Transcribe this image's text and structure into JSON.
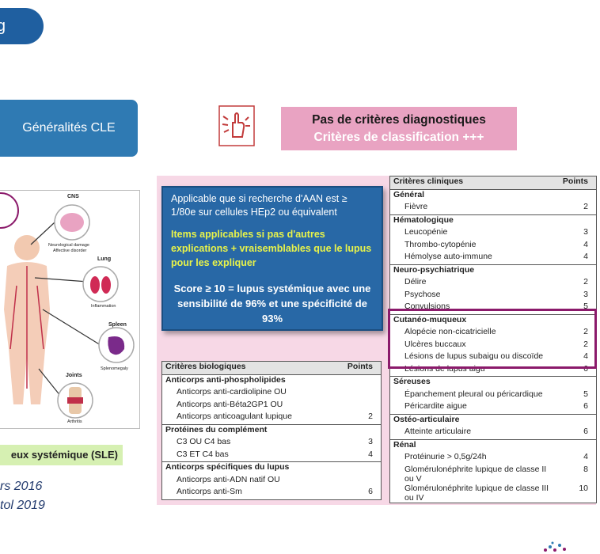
{
  "tab_top": {
    "label": "g"
  },
  "nav": {
    "generalites": "Généralités CLE"
  },
  "title": {
    "line1": "Pas de critères diagnostiques",
    "line2": "Critères de classification +++"
  },
  "info": {
    "p1": "Applicable que si recherche d'AAN est ≥ 1/80e sur cellules HEp2 ou équivalent",
    "p2": "Items applicables si pas d'autres explications + vraisemblables que le lupus pour les expliquer",
    "p3": "Score ≥ 10 = lupus systémique avec une sensibilité de 96% et une spécificité de 93%"
  },
  "bio": {
    "header": {
      "label": "Critères biologiques",
      "points": "Points"
    },
    "rows": [
      {
        "type": "section",
        "label": "Anticorps anti-phospholipides",
        "points": ""
      },
      {
        "type": "item",
        "label": "Anticorps anti-cardiolipine OU",
        "points": ""
      },
      {
        "type": "item",
        "label": "Anticorps anti-Béta2GP1 OU",
        "points": ""
      },
      {
        "type": "item",
        "label": "Anticorps anticoagulant lupique",
        "points": "2"
      },
      {
        "type": "section",
        "label": "Protéines du complément",
        "points": ""
      },
      {
        "type": "item",
        "label": "C3 OU C4 bas",
        "points": "3"
      },
      {
        "type": "item",
        "label": "C3 ET C4 bas",
        "points": "4"
      },
      {
        "type": "section",
        "label": "Anticorps spécifiques du lupus",
        "points": ""
      },
      {
        "type": "item",
        "label": "Anticorps anti-ADN natif OU",
        "points": ""
      },
      {
        "type": "item",
        "label": "Anticorps anti-Sm",
        "points": "6"
      }
    ]
  },
  "clin": {
    "header": {
      "label": "Critères cliniques",
      "points": "Points"
    },
    "rows": [
      {
        "type": "section",
        "label": "Général",
        "points": ""
      },
      {
        "type": "item",
        "label": "Fièvre",
        "points": "2"
      },
      {
        "type": "section",
        "label": "Hématologique",
        "points": ""
      },
      {
        "type": "item",
        "label": "Leucopénie",
        "points": "3"
      },
      {
        "type": "item",
        "label": "Thrombo-cytopénie",
        "points": "4"
      },
      {
        "type": "item",
        "label": "Hémolyse auto-immune",
        "points": "4"
      },
      {
        "type": "section",
        "label": "Neuro-psychiatrique",
        "points": ""
      },
      {
        "type": "item",
        "label": "Délire",
        "points": "2"
      },
      {
        "type": "item",
        "label": "Psychose",
        "points": "3"
      },
      {
        "type": "item",
        "label": "Convulsions",
        "points": "5"
      },
      {
        "type": "section",
        "label": "Cutanéo-muqueux",
        "points": ""
      },
      {
        "type": "item",
        "label": "Alopécie non-cicatricielle",
        "points": "2"
      },
      {
        "type": "item",
        "label": "Ulcères buccaux",
        "points": "2"
      },
      {
        "type": "item",
        "label": "Lésions de lupus subaigu ou discoïde",
        "points": "4"
      },
      {
        "type": "item",
        "label": "Lésions de lupus aigu",
        "points": "6"
      },
      {
        "type": "section",
        "label": "Séreuses",
        "points": ""
      },
      {
        "type": "item",
        "label": "Épanchement pleural ou péricardique",
        "points": "5"
      },
      {
        "type": "item",
        "label": "Péricardite aigue",
        "points": "6"
      },
      {
        "type": "section",
        "label": "Ostéo-articulaire",
        "points": ""
      },
      {
        "type": "item",
        "label": "Atteinte articulaire",
        "points": "6"
      },
      {
        "type": "section",
        "label": "Rénal",
        "points": ""
      },
      {
        "type": "item",
        "label": "Protéinurie > 0,5g/24h",
        "points": "4"
      },
      {
        "type": "item",
        "label": "Glomérulonéphrite lupique de classe II ou V",
        "points": "8"
      },
      {
        "type": "item",
        "label": "Glomérulonéphrite lupique de classe III ou IV",
        "points": "10"
      }
    ]
  },
  "anatomy": {
    "cns": "CNS",
    "cns_desc1": "Neurological damage",
    "cns_desc2": "Affective disorder",
    "lung": "Lung",
    "lung_desc": "Inflammation",
    "spleen": "Spleen",
    "spleen_desc": "Splenomegaly",
    "joints": "Joints",
    "joints_desc": "Arthritis"
  },
  "sle_label": "eux systémique (SLE)",
  "refs": {
    "r1": "rs 2016",
    "r2": "tol 2019"
  },
  "colors": {
    "brand_blue": "#1f5fa0",
    "title_pink": "#e9a3c2",
    "panel_pink": "#f7d8e6",
    "highlight_purple": "#8b1a6b"
  }
}
